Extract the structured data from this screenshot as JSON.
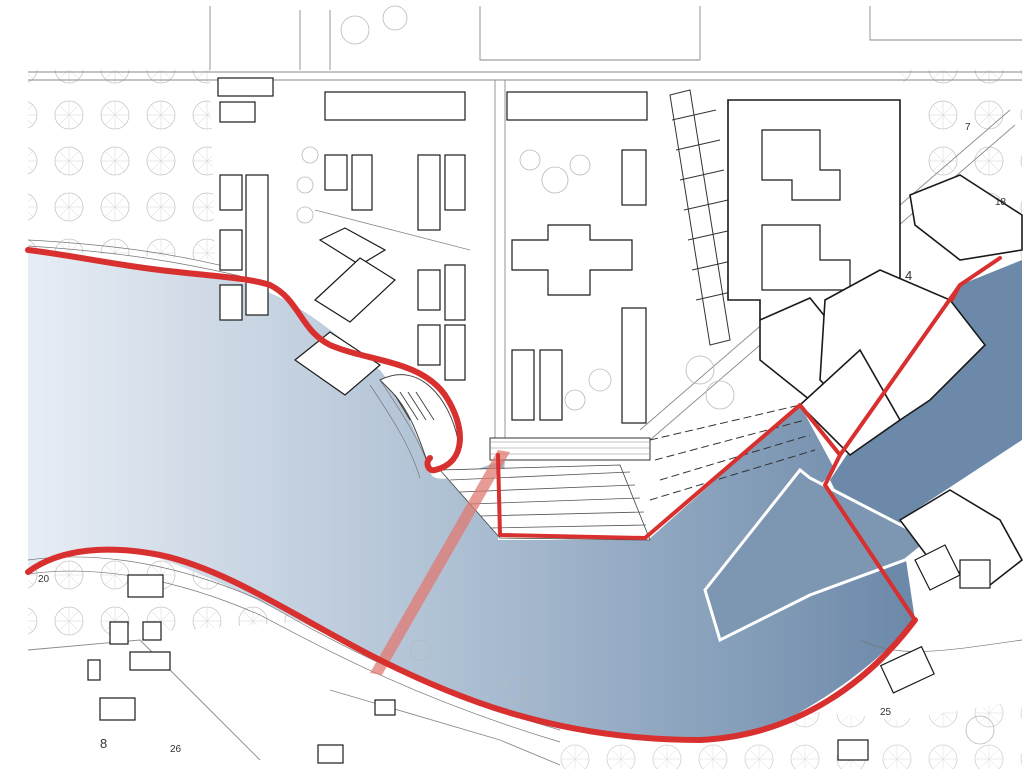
{
  "map": {
    "colors": {
      "route": "#d7302e",
      "water_light": "#e7edf4",
      "water_mid": "#b2c3d6",
      "water_dark": "#6c89a9",
      "bridge": "#e07a72",
      "building_stroke": "#1a1a1a",
      "land": "#ffffff"
    },
    "labels": {
      "n20": "20",
      "n8": "8",
      "n26": "26",
      "n25": "25",
      "n4": "4",
      "n18": "18",
      "n7": "7"
    },
    "features": [
      "waterfront-route",
      "pedestrian-bridge",
      "harbour-basin",
      "pier",
      "building-blocks",
      "parking-rows",
      "trees"
    ]
  }
}
